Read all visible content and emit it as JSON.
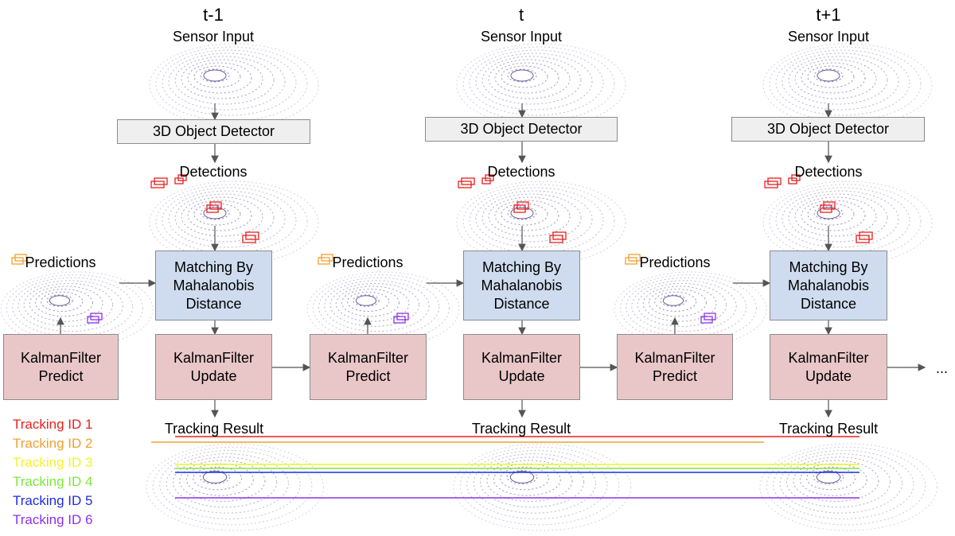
{
  "timesteps": [
    "t-1",
    "t",
    "t+1"
  ],
  "labels": {
    "sensor_input": "Sensor Input",
    "detector": "3D Object Detector",
    "detections": "Detections",
    "predictions": "Predictions",
    "matching_line1": "Matching By",
    "matching_line2": "Mahalanobis",
    "matching_line3": "Distance",
    "kf_line1": "KalmanFilter",
    "kf_predict": "Predict",
    "kf_update": "Update",
    "tracking_result": "Tracking Result",
    "ellipsis": "..."
  },
  "legend": [
    {
      "label": "Tracking ID 1",
      "color": "#e8211d"
    },
    {
      "label": "Tracking ID 2",
      "color": "#f0a030"
    },
    {
      "label": "Tracking ID 3",
      "color": "#f2f22c"
    },
    {
      "label": "Tracking ID 4",
      "color": "#7ee83a"
    },
    {
      "label": "Tracking ID 5",
      "color": "#1e2de0"
    },
    {
      "label": "Tracking ID 6",
      "color": "#8a33e6"
    }
  ],
  "colors": {
    "arrow": "#555555",
    "pointcloud": "#6a5a9a",
    "detector_fill": "#efefef",
    "matching_fill": "#cfdcef",
    "kalman_fill": "#e9c7c8"
  }
}
